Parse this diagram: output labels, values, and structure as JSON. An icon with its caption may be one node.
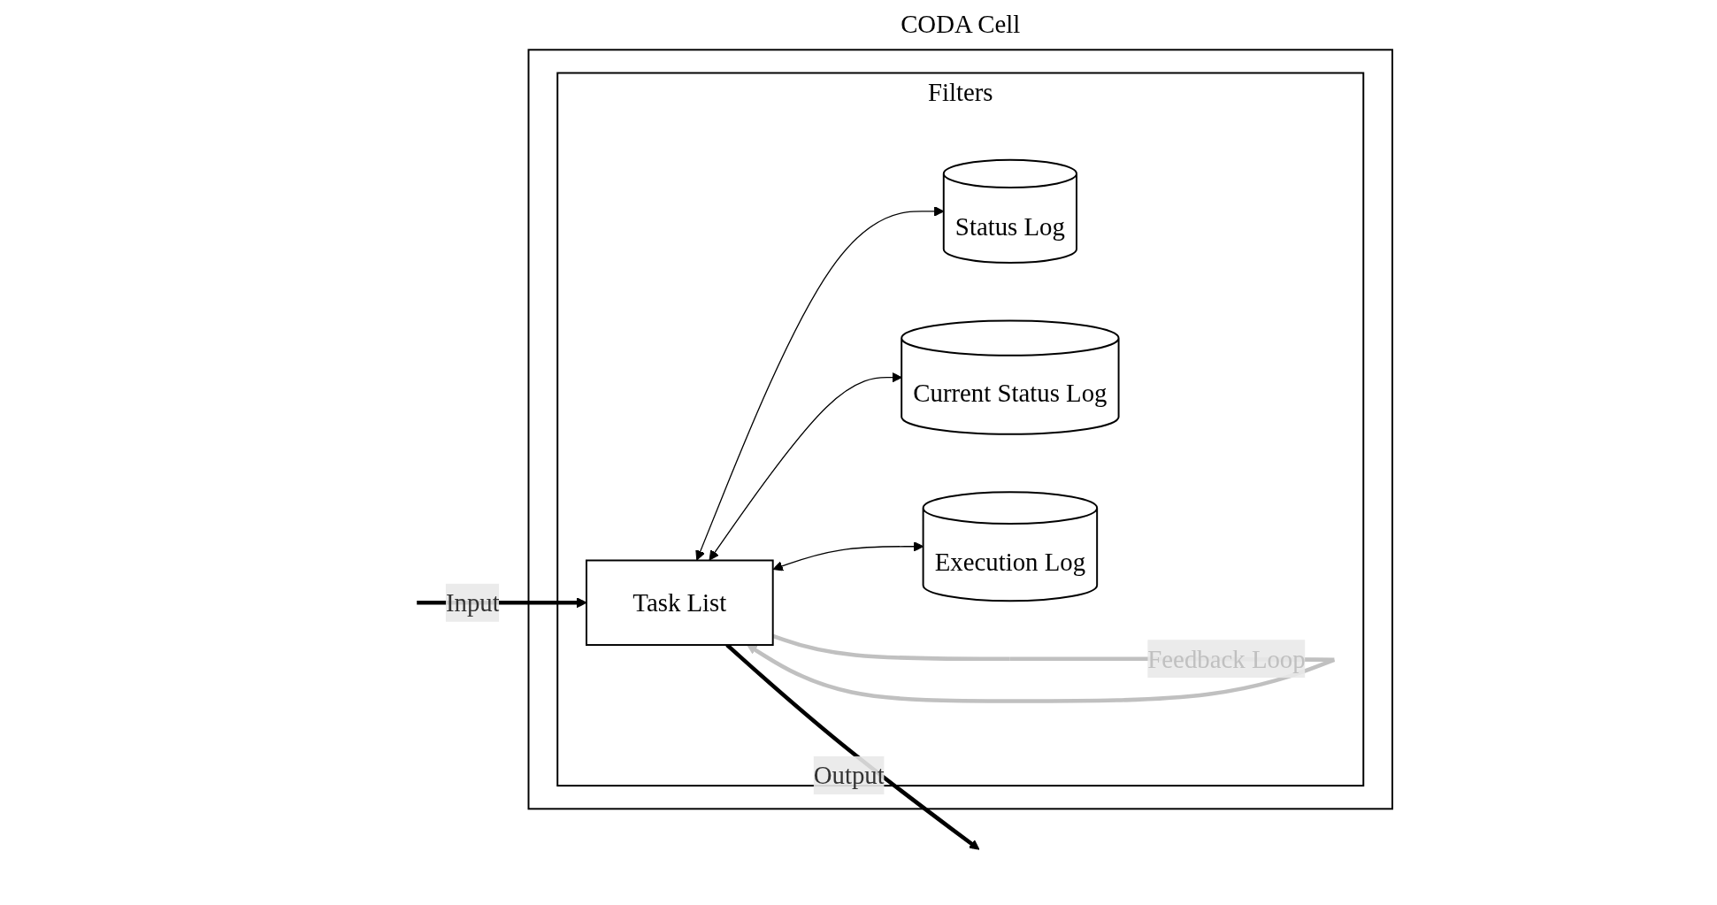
{
  "diagram": {
    "nodes": [
      {
        "text": [
          "CODA Cell"
        ]
      },
      {
        "text": [
          "Filters"
        ],
        "in": 0
      },
      {
        "text": [
          "Task List"
        ],
        "in": 1
      },
      {
        "text": [
          "Status Log"
        ],
        "in": 1
      },
      {
        "text": [
          "Current Status Log"
        ],
        "in": 1
      },
      {
        "text": [
          "Execution Log"
        ],
        "in": 1
      }
    ],
    "edges": [
      {
        "from": null,
        "to": 2,
        "arrow": "to",
        "label": "Input",
        "style": "thick"
      },
      {
        "from": 2,
        "to": null,
        "arrow": "to",
        "label": "Output",
        "style": "thick"
      },
      {
        "from": 2,
        "to": 2,
        "arrow": "to",
        "label": "Feedback Loop",
        "style": "thick",
        "color": "#c0c0c0"
      },
      {
        "from": 2,
        "to": 3,
        "arrow": "both"
      },
      {
        "from": 2,
        "to": 4,
        "arrow": "both"
      },
      {
        "from": 2,
        "to": 5,
        "arrow": "both"
      }
    ]
  }
}
